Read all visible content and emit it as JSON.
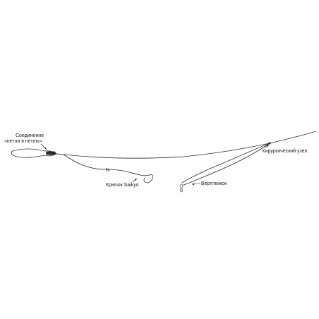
{
  "labels": {
    "loop_connection_line1": "Соединение",
    "loop_connection_line2": "«петля в петлю»",
    "hook": "Крючок Saikyo",
    "surgeon_knot": "Хирургический узел",
    "swivel": "Вертлюжок"
  }
}
